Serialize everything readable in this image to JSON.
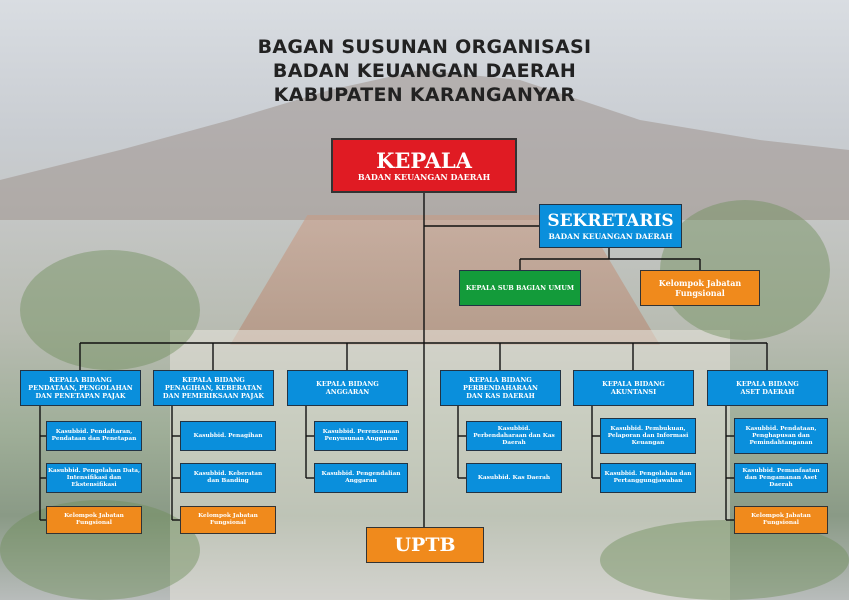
{
  "title_lines": [
    "BAGAN SUSUNAN ORGANISASI",
    "BADAN KEUANGAN DAERAH",
    "KABUPATEN KARANGANYAR"
  ],
  "kepala": {
    "title": "KEPALA",
    "subtitle": "BADAN KEUANGAN DAERAH"
  },
  "sekretaris": {
    "title": "SEKRETARIS",
    "subtitle": "BADAN KEUANGAN DAERAH"
  },
  "subbag_umum": "KEPALA SUB BAGIAN UMUM",
  "kelompok_sekretariat": "Kelompok Jabatan Fungsional",
  "uptb": "UPTB",
  "bidang": [
    {
      "label": "KEPALA BIDANG PENDATAAN, PENGOLAHAN DAN PENETAPAN PAJAK",
      "subs": [
        "Kasubbid. Pendaftaran, Pendataan dan Penetapan",
        "Kasubbid. Pengolahan Data, Intensifikasi dan Ekstensifikasi"
      ],
      "kelompok": "Kelompok Jabatan Fungsional"
    },
    {
      "label": "KEPALA BIDANG PENAGIHAN, KEBERATAN DAN PEMERIKSAAN PAJAK",
      "subs": [
        "Kasubbid. Penagihan",
        "Kasubbid. Keberatan dan Banding"
      ],
      "kelompok": "Kelompok Jabatan Fungsional"
    },
    {
      "label": "KEPALA BIDANG ANGGARAN",
      "subs": [
        "Kasubbid. Perencanaan Penyusunan Anggaran",
        "Kasubbid. Pengendalian Anggaran"
      ],
      "kelompok": ""
    },
    {
      "label": "KEPALA BIDANG PERBENDAHARAAN DAN KAS DAERAH",
      "subs": [
        "Kasubbid. Perbendaharaan dan Kas Daerah",
        "Kasubbid. Kas Daerah"
      ],
      "kelompok": ""
    },
    {
      "label": "KEPALA BIDANG AKUNTANSI",
      "subs": [
        "Kasubbid. Pembukuan, Pelaporan dan Informasi Keuangan",
        "Kasubbid. Pengolahan dan Pertanggungjawaban"
      ],
      "kelompok": ""
    },
    {
      "label": "KEPALA BIDANG ASET DAERAH",
      "subs": [
        "Kasubbid. Pendataan, Penghapusan dan Pemindahtanganan",
        "Kasubbid. Pemanfaatan dan Pengamanan Aset Daerah"
      ],
      "kelompok": "Kelompok Jabatan Fungsional"
    }
  ],
  "colors": {
    "kepala": "#e01b23",
    "bidang": "#0a8fdc",
    "subbag": "#139b3a",
    "fungsional": "#f08a1c"
  }
}
